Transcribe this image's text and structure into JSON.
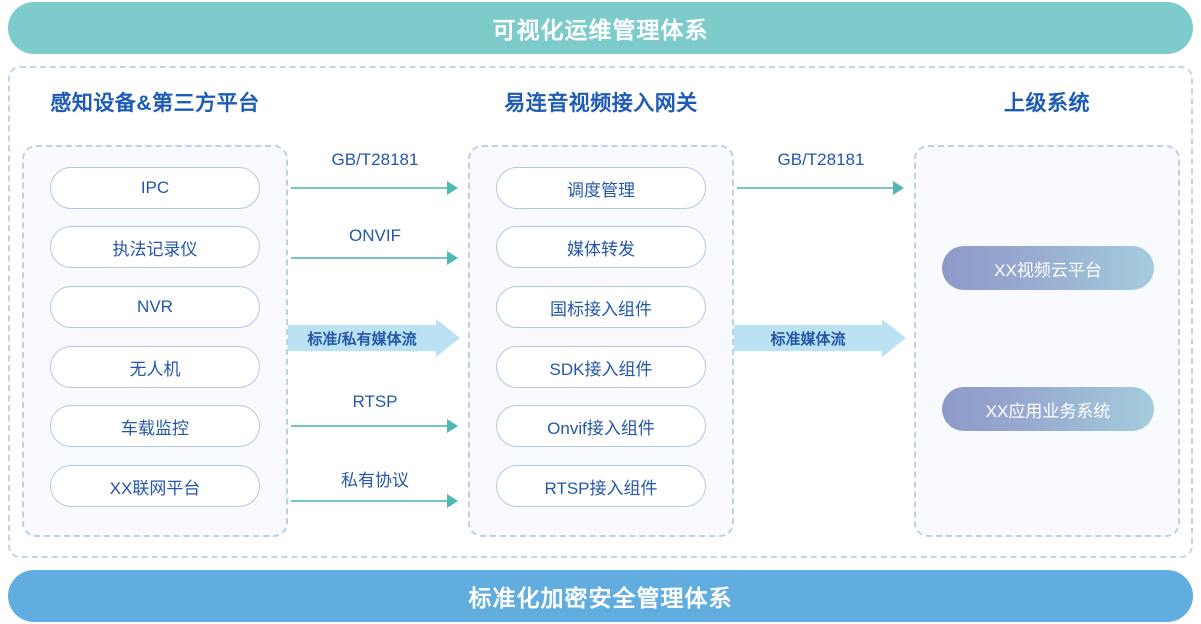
{
  "banners": {
    "top": {
      "label": "可视化运维管理体系",
      "color": "#7ECBCB"
    },
    "bottom": {
      "label": "标准化加密安全管理体系",
      "color": "#61ADDF"
    }
  },
  "columns": [
    {
      "id": "sensing",
      "header": "感知设备&第三方平台",
      "items": [
        {
          "label": "IPC"
        },
        {
          "label": "执法记录仪"
        },
        {
          "label": "NVR"
        },
        {
          "label": "无人机"
        },
        {
          "label": "车载监控"
        },
        {
          "label": "XX联网平台"
        }
      ]
    },
    {
      "id": "gateway",
      "header": "易连音视频接入网关",
      "items": [
        {
          "label": "调度管理"
        },
        {
          "label": "媒体转发"
        },
        {
          "label": "国标接入组件"
        },
        {
          "label": "SDK接入组件"
        },
        {
          "label": "Onvif接入组件"
        },
        {
          "label": "RTSP接入组件"
        }
      ]
    },
    {
      "id": "upper",
      "header": "上级系统",
      "items": [
        {
          "label": "XX视频云平台"
        },
        {
          "label": "XX应用业务系统"
        }
      ]
    }
  ],
  "connectors_left": [
    {
      "label": "GB/T28181",
      "type": "thin"
    },
    {
      "label": "ONVIF",
      "type": "thin"
    },
    {
      "label": "标准/私有媒体流",
      "type": "block"
    },
    {
      "label": "RTSP",
      "type": "thin"
    },
    {
      "label": "私有协议",
      "type": "thin"
    }
  ],
  "connectors_right": [
    {
      "label": "GB/T28181",
      "type": "thin"
    },
    {
      "label": "标准媒体流",
      "type": "block"
    }
  ],
  "palette": {
    "header_text": "#1E5BB5",
    "pill_text": "#2457A8",
    "pill_border": "#B4C8E4",
    "dashed_border": "#C3D3EE",
    "panel_bg": "#F8FAFD",
    "thin_arrow": "#76C6C4",
    "block_arrow": "#BBE2F3",
    "gradient_start": "#8E9AC9",
    "gradient_end": "#A4CCDC"
  }
}
